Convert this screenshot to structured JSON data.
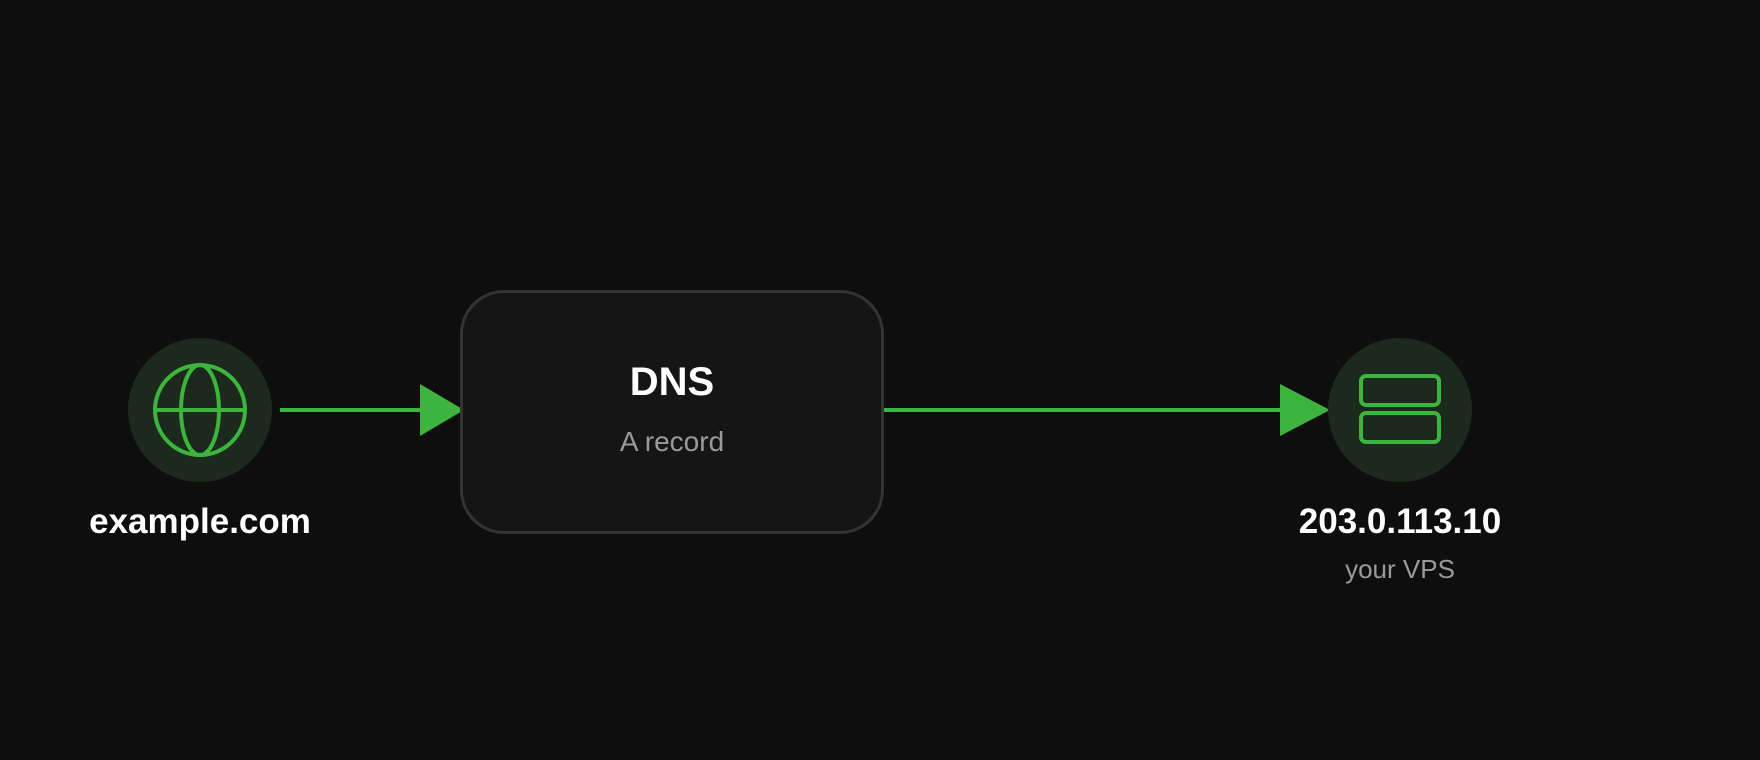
{
  "colors": {
    "background": "#0e0e0e",
    "accent_green": "#3db43d",
    "icon_circle_fill": "#1b2a1c",
    "box_fill": "#151515",
    "box_border": "#333333",
    "label_primary": "#ffffff",
    "label_secondary": "#9a9a9a"
  },
  "nodes": {
    "domain": {
      "icon": "globe-icon",
      "label": "example.com"
    },
    "dns": {
      "title": "DNS",
      "subtitle": "A record"
    },
    "server": {
      "icon": "server-icon",
      "label": "203.0.113.10",
      "sublabel": "your VPS"
    }
  },
  "edges": [
    {
      "from": "domain",
      "to": "dns"
    },
    {
      "from": "dns",
      "to": "server"
    }
  ]
}
